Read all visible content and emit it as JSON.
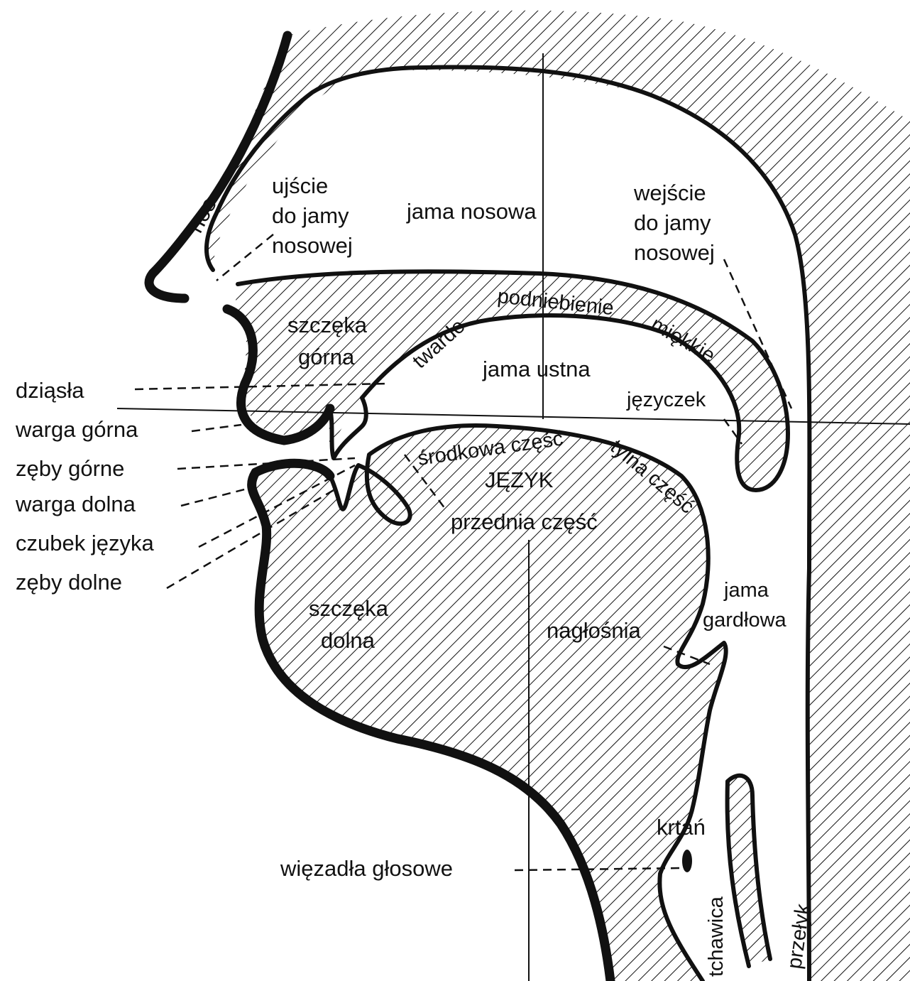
{
  "colors": {
    "ink": "#111111",
    "background": "#ffffff"
  },
  "labels": {
    "nos": "nos",
    "ujscie_1": "ujście",
    "ujscie_2": "do jamy",
    "ujscie_3": "nosowej",
    "jama_nosowa": "jama nosowa",
    "wejscie_1": "wejście",
    "wejscie_2": "do jamy",
    "wejscie_3": "nosowej",
    "szczeka_gorna_1": "szczęka",
    "szczeka_gorna_2": "górna",
    "twarde": "twarde",
    "podniebienie": "podniebienie",
    "miekkie": "miękkie",
    "jama_ustna": "jama ustna",
    "jezyczek": "języczek",
    "dziasla": "dziąsła",
    "warga_gorna": "warga górna",
    "zeby_gorne": "zęby górne",
    "warga_dolna": "warga dolna",
    "czubek_jezyka": "czubek języka",
    "zeby_dolne": "zęby dolne",
    "srodkowa_czesc": "środkowa część",
    "tylna_czesc": "tylna część",
    "jezyk": "JĘZYK",
    "przednia_czesc": "przednia część",
    "szczeka_dolna_1": "szczęka",
    "szczeka_dolna_2": "dolna",
    "jama_gardlowa_1": "jama",
    "jama_gardlowa_2": "gardłowa",
    "naglosnia": "nagłośnia",
    "krtan": "krtań",
    "wiezadla_glosowe": "więzadła głosowe",
    "tchawica": "tchawica",
    "przelyk": "przełyk"
  }
}
